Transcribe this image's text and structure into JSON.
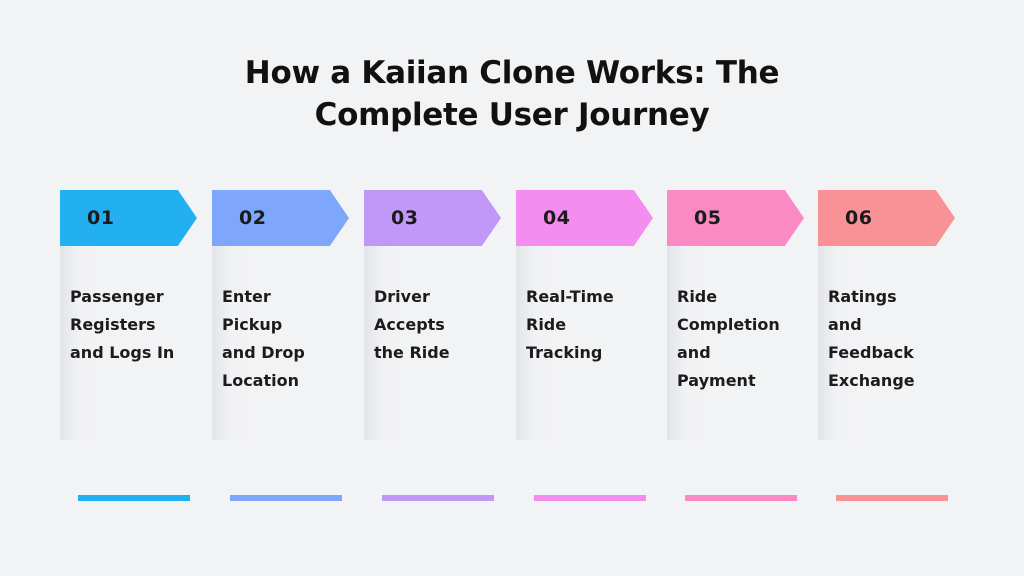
{
  "title": {
    "line1": "How a Kaiian Clone Works: The",
    "line2": "Complete User Journey"
  },
  "steps": [
    {
      "number": "01",
      "lines": [
        "Passenger",
        "Registers",
        "and Logs In"
      ],
      "color": "#22b0f0"
    },
    {
      "number": "02",
      "lines": [
        "Enter",
        "Pickup",
        "and Drop",
        "Location"
      ],
      "color": "#7ea6fb"
    },
    {
      "number": "03",
      "lines": [
        "Driver",
        "Accepts",
        "the Ride"
      ],
      "color": "#c197f8"
    },
    {
      "number": "04",
      "lines": [
        "Real-Time",
        "Ride",
        "Tracking"
      ],
      "color": "#f58cf0"
    },
    {
      "number": "05",
      "lines": [
        "Ride",
        "Completion",
        "and",
        "Payment"
      ],
      "color": "#f98ac4"
    },
    {
      "number": "06",
      "lines": [
        "Ratings",
        "and",
        "Feedback",
        "Exchange"
      ],
      "color": "#f99296"
    }
  ]
}
